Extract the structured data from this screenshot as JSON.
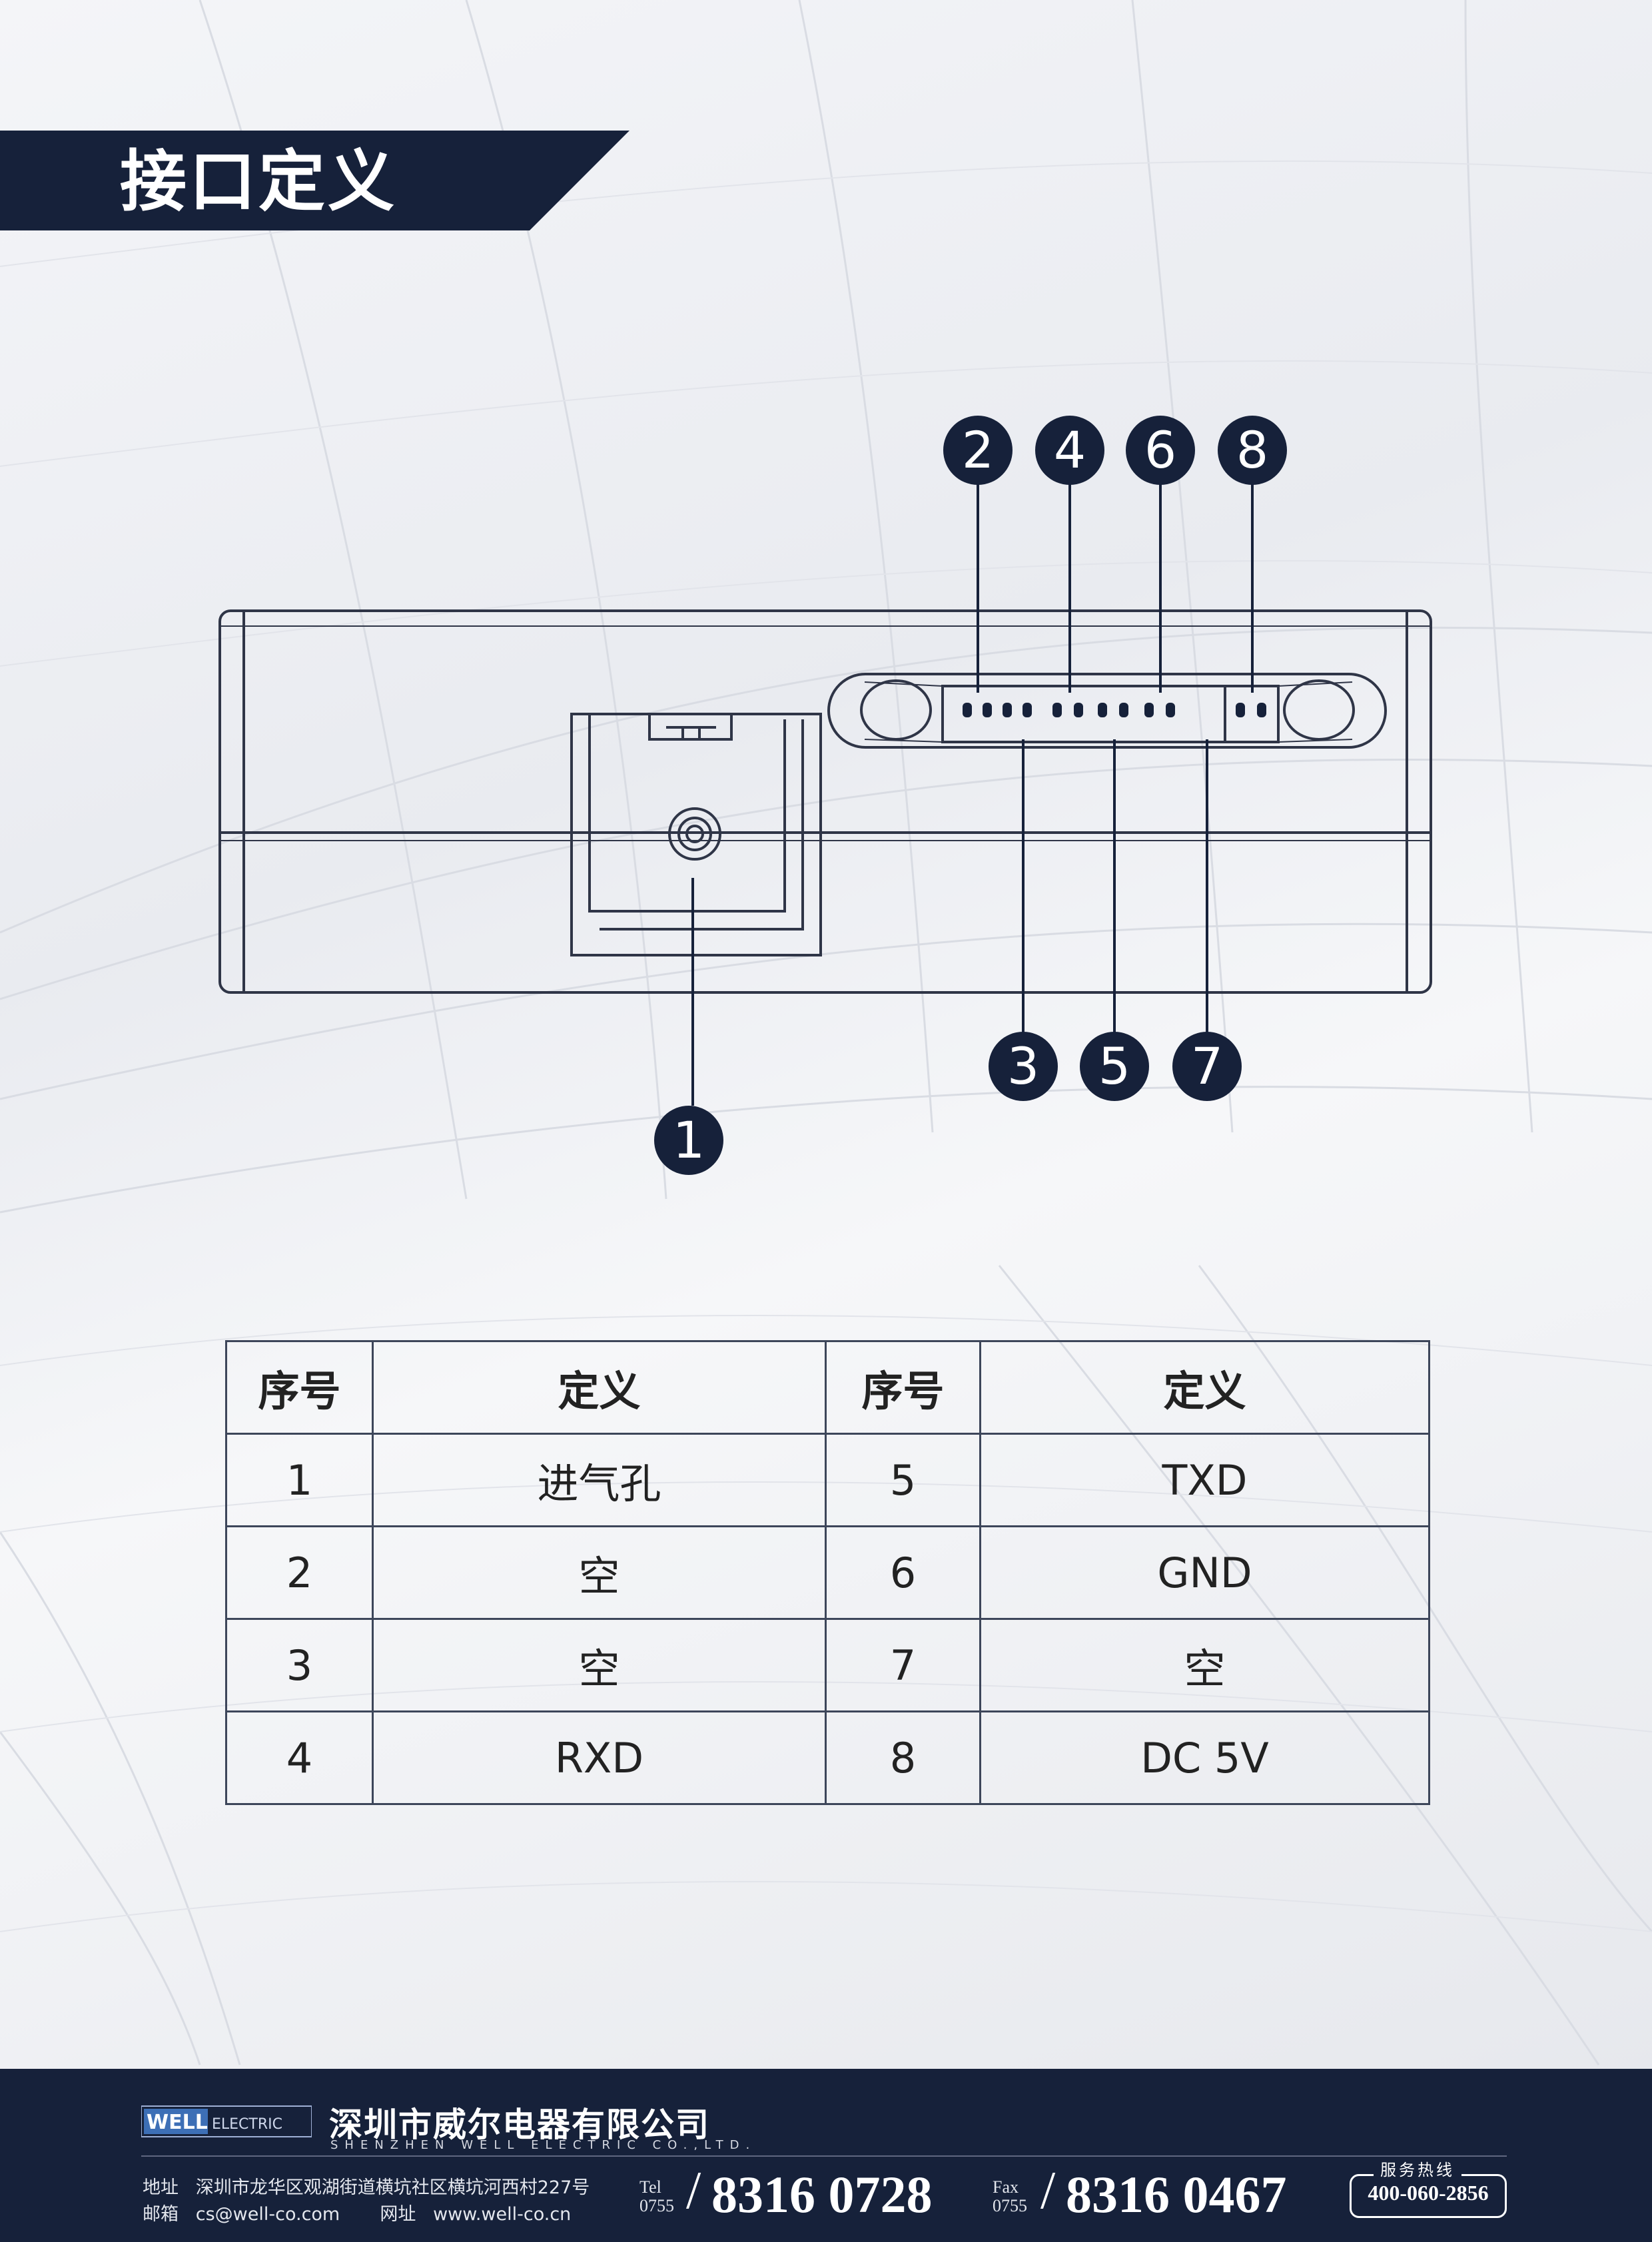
{
  "header": {
    "title": "接口定义"
  },
  "diagram": {
    "callouts": [
      "1",
      "2",
      "3",
      "4",
      "5",
      "6",
      "7",
      "8"
    ]
  },
  "table": {
    "headers": [
      "序号",
      "定义",
      "序号",
      "定义"
    ],
    "rows": [
      [
        "1",
        "进气孔",
        "5",
        "TXD"
      ],
      [
        "2",
        "空",
        "6",
        "GND"
      ],
      [
        "3",
        "空",
        "7",
        "空"
      ],
      [
        "4",
        "RXD",
        "8",
        "DC 5V"
      ]
    ]
  },
  "footer": {
    "logo_text": "WELL ELECTRIC",
    "company_cn": "深圳市威尔电器有限公司",
    "company_en": "SHENZHEN WELL ELECTRIC CO.,LTD.",
    "address_label": "地址",
    "address": "深圳市龙华区观湖街道横坑社区横坑河西村227号",
    "email_label": "邮箱",
    "email": "cs@well-co.com",
    "website_label": "网址",
    "website": "www.well-co.cn",
    "tel_label": "Tel",
    "tel_area": "0755",
    "tel_number": "8316 0728",
    "fax_label": "Fax",
    "fax_area": "0755",
    "fax_number": "8316 0467",
    "hotline_label": "服务热线",
    "hotline_number": "400-060-2856"
  },
  "colors": {
    "navy": "#16213a",
    "outline": "#3d465a"
  }
}
